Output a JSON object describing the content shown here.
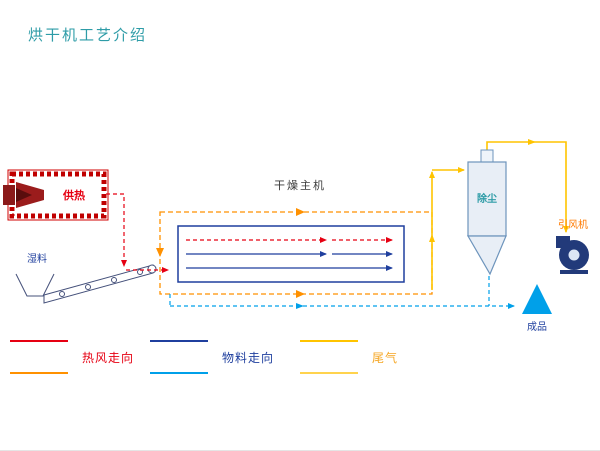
{
  "title": "烘干机工艺介绍",
  "diagram": {
    "furnace_label": "供热",
    "wet_material_label": "湿料",
    "dryer_label": "干燥主机",
    "dust_collector_label": "除尘",
    "fan_label": "引风机",
    "product_label": "成品"
  },
  "legend": {
    "hot_air": {
      "label": "热风走向",
      "colors": [
        "#E60012",
        "#FF9100"
      ]
    },
    "material": {
      "label": "物料走向",
      "colors": [
        "#1F3F9E",
        "#00A0E9"
      ]
    },
    "exhaust": {
      "label": "尾气",
      "colors": [
        "#FFC400",
        "#FFD34D"
      ]
    }
  },
  "colors": {
    "title": "#2E9CA7",
    "hot_air_red": "#E60012",
    "hot_air_orange": "#FF9100",
    "material_navy": "#1F3F9E",
    "material_cyan": "#00A0E9",
    "exhaust_yellow": "#FFC400",
    "product_blue": "#00A0E9",
    "furnace_red": "#C00000"
  }
}
